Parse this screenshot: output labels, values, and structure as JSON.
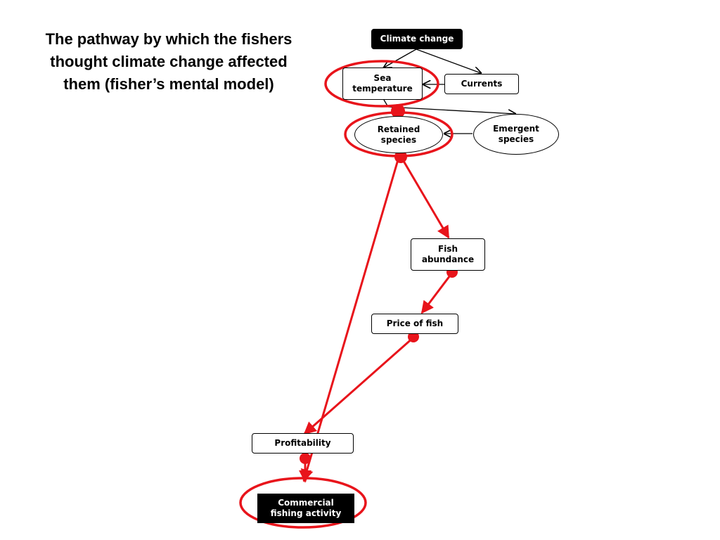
{
  "title": {
    "line1": "The pathway by which the fishers",
    "line2": "thought climate change affected",
    "line3": "them  (fisher’s mental model)"
  },
  "nodes": {
    "climate_change": {
      "label": "Climate change"
    },
    "sea_temperature": {
      "line1": "Sea",
      "line2": "temperature"
    },
    "currents": {
      "label": "Currents"
    },
    "retained_species": {
      "line1": "Retained",
      "line2": "species"
    },
    "emergent_species": {
      "line1": "Emergent",
      "line2": "species"
    },
    "fish_abundance": {
      "line1": "Fish",
      "line2": "abundance"
    },
    "price_of_fish": {
      "label": "Price of fish"
    },
    "profitability": {
      "label": "Profitability"
    },
    "commercial_fishing": {
      "line1": "Commercial",
      "line2": "fishing activity"
    }
  },
  "colors": {
    "highlight": "#e8141b",
    "node_border": "#000000",
    "dark_node": "#000000",
    "text": "#000000"
  }
}
